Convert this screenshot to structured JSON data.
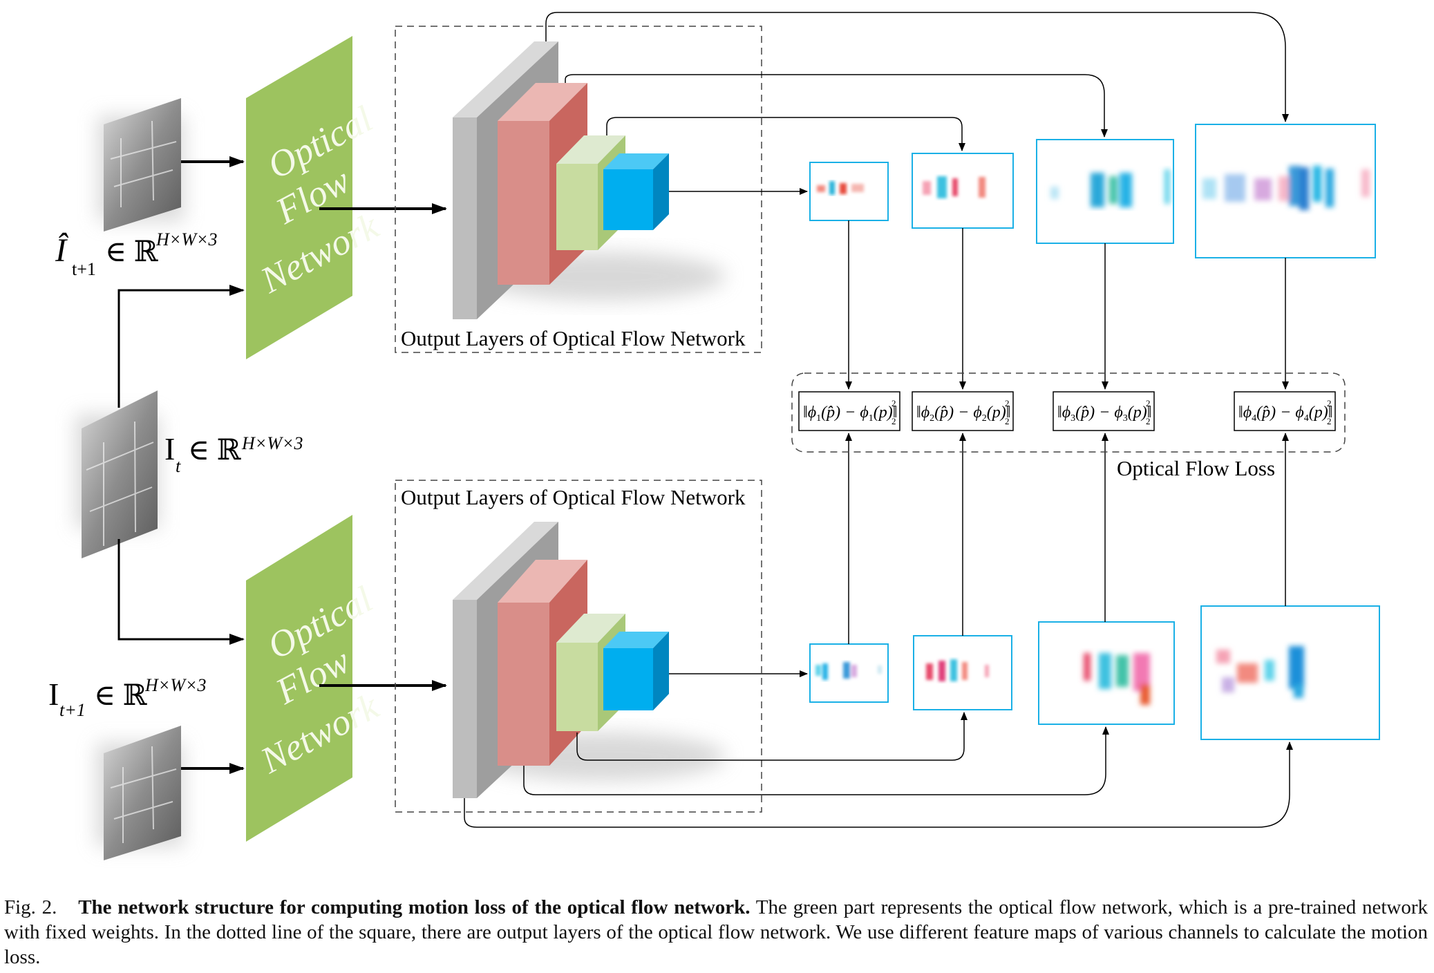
{
  "inputs": {
    "top_hat": "Î",
    "top_sub": "t+1",
    "top_set": "∈ ℝ",
    "top_sup": "H×W×3",
    "mid_main": "I",
    "mid_sub": "t",
    "mid_set": "∈ ℝ",
    "mid_sup": "H×W×3",
    "bot_main": "I",
    "bot_sub": "t+1",
    "bot_set": "∈ ℝ",
    "bot_sup": "H×W×3"
  },
  "network": {
    "line1": "Optical",
    "line2": "Flow",
    "line3": "Network"
  },
  "output_layers_label": "Output Layers of Optical Flow Network",
  "loss": {
    "label": "Optical Flow Loss",
    "terms": [
      {
        "phi": "ϕ",
        "idx": "1",
        "mid": "(p̂) − ",
        "end": "(p)",
        "sup": "2",
        "sub": "2"
      },
      {
        "phi": "ϕ",
        "idx": "2",
        "mid": "(p̂) − ",
        "end": "(p)",
        "sup": "2",
        "sub": "2"
      },
      {
        "phi": "ϕ",
        "idx": "3",
        "mid": "(p̂) − ",
        "end": "(p)",
        "sup": "2",
        "sub": "2"
      },
      {
        "phi": "ϕ",
        "idx": "4",
        "mid": "(p̂) − ",
        "end": "(p)",
        "sup": "2",
        "sub": "2"
      }
    ]
  },
  "caption": {
    "fig": "Fig. 2.",
    "bold": "The network structure for computing motion loss of the optical flow network.",
    "text": "The green part represents the optical flow network, which is a pre-trained network with fixed weights. In the dotted line of the square, there are output layers of the optical flow network. We use different feature maps of various channels to calculate the motion loss."
  },
  "colors": {
    "network_green": "#9dc35f",
    "layer_gray": "#bdbdbd",
    "layer_red": "#d9847f",
    "layer_lightgreen": "#c8dca0",
    "layer_blue": "#00aeef",
    "featuremap_border": "#1ab0e6"
  }
}
